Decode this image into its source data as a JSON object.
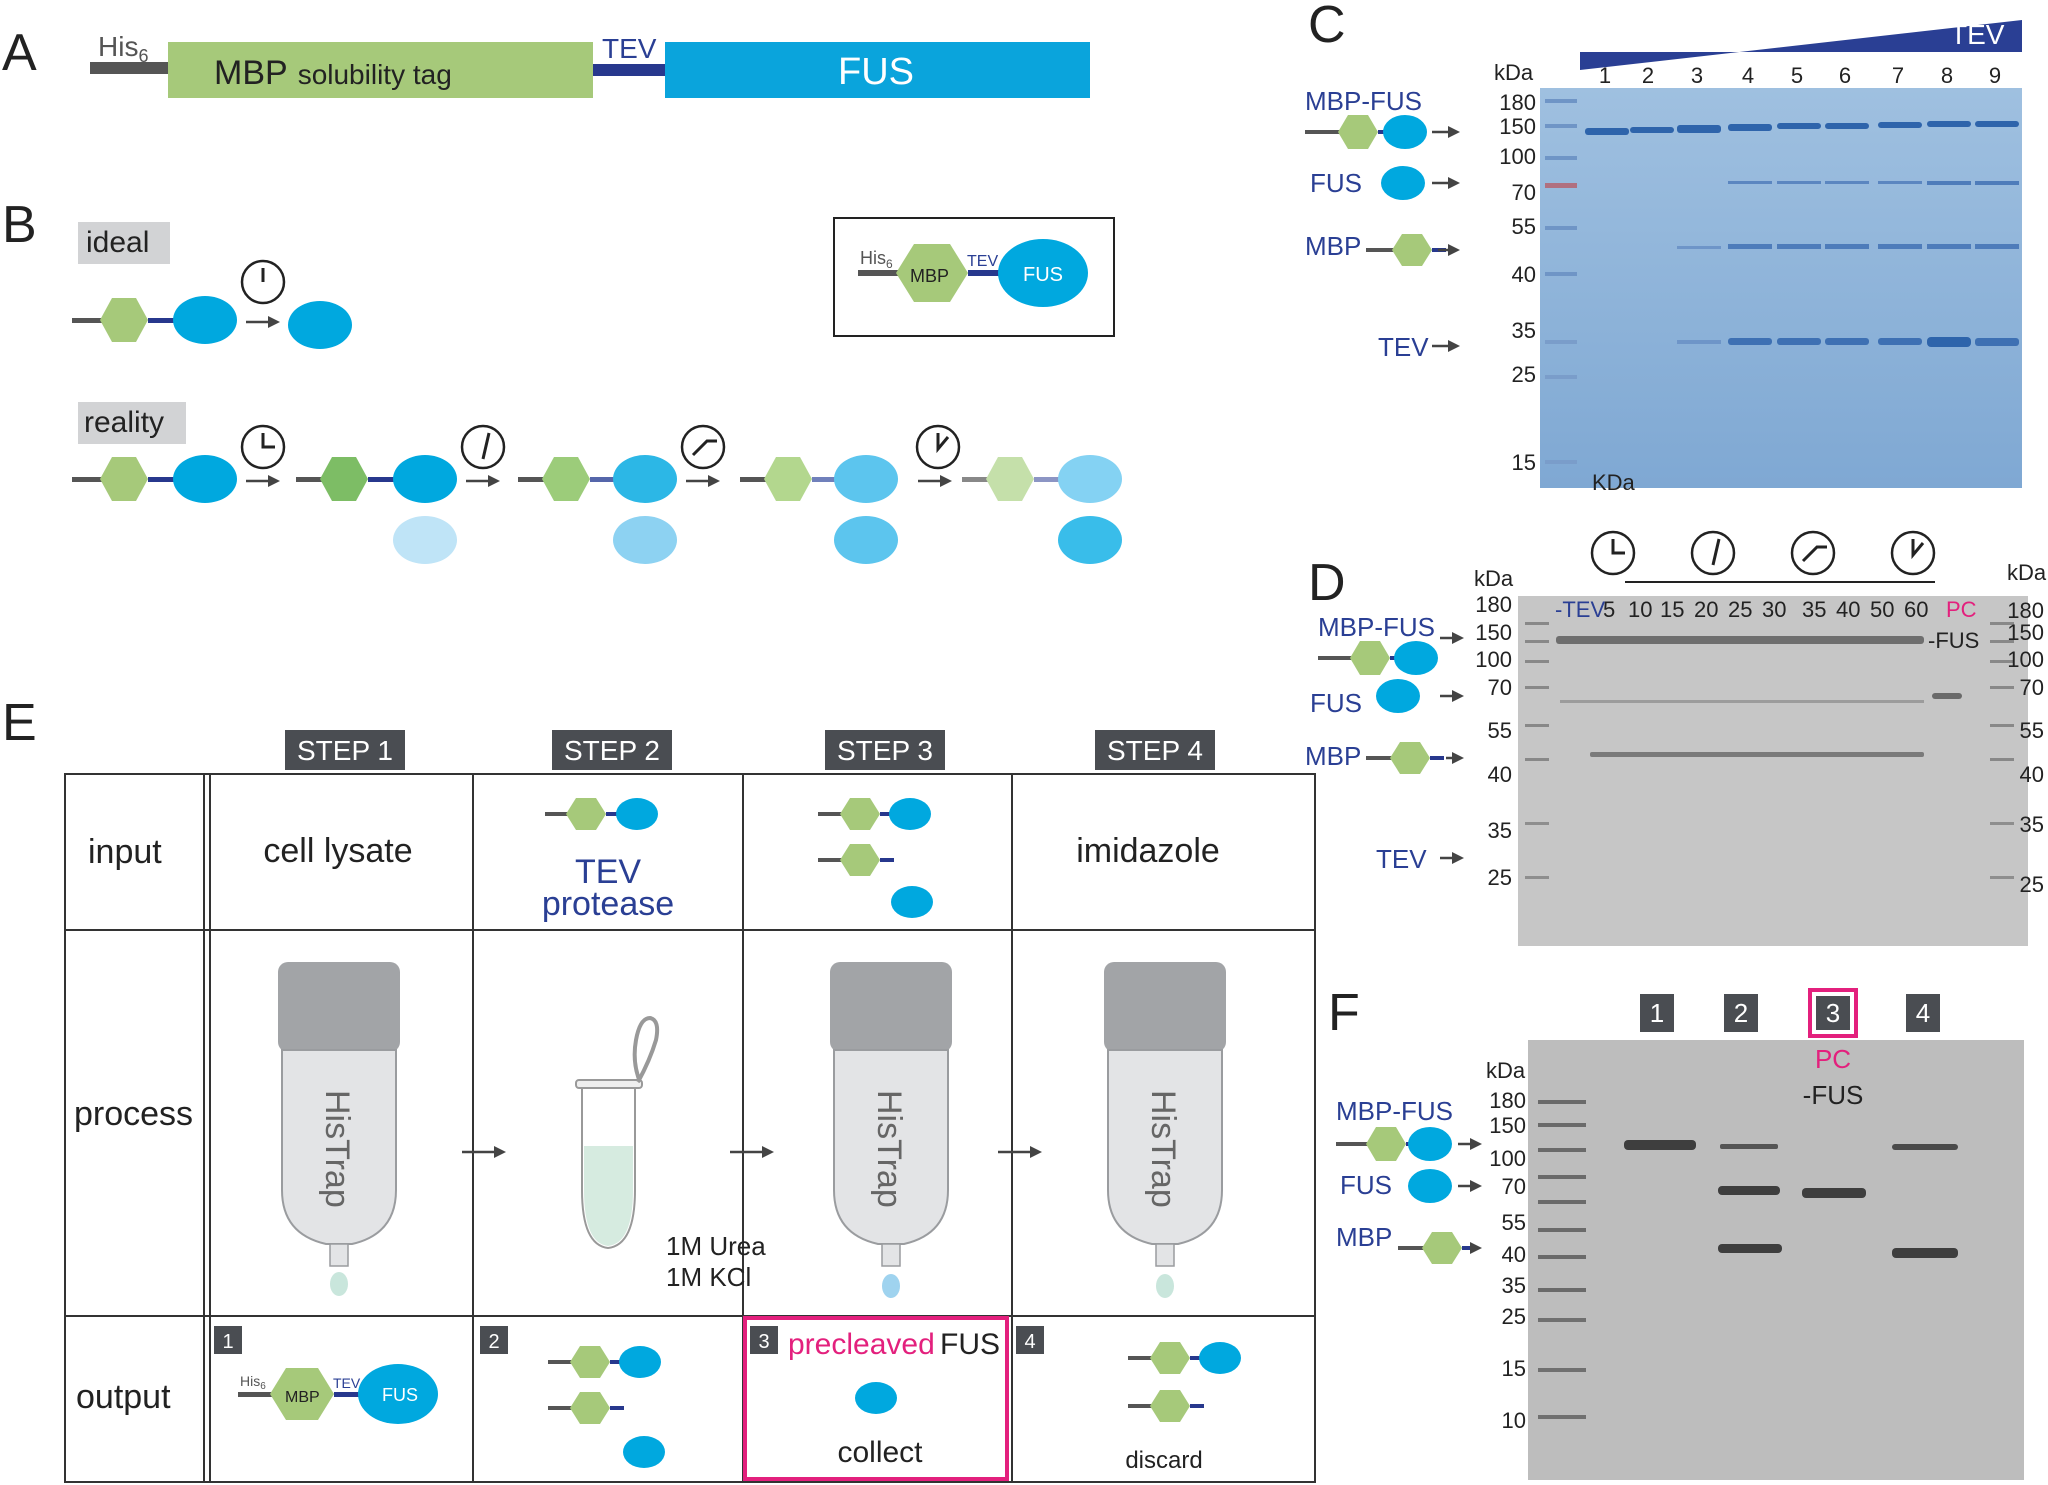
{
  "panel_letters": {
    "a": "A",
    "b": "B",
    "c": "C",
    "d": "D",
    "e": "E",
    "f": "F"
  },
  "colors": {
    "mbp": "#a6c97a",
    "fus": "#00a8df",
    "tev_linker": "#27388d",
    "his": "#555555",
    "label_blue": "#2a3f94",
    "pink": "#e3207d",
    "gel_c": "#8fb3d9",
    "gel_gray": "#c8c8c8",
    "step_bg": "#4a4d52"
  },
  "a": {
    "his": "His",
    "his_sub": "6",
    "mbp": "MBP",
    "mbp_sub": "solubility tag",
    "tev": "TEV",
    "fus": "FUS"
  },
  "b": {
    "ideal": "ideal",
    "reality": "reality",
    "inset_his": "His",
    "inset_sub": "6",
    "inset_mbp": "MBP",
    "inset_tev": "TEV",
    "inset_fus": "FUS"
  },
  "c": {
    "kda": "kDa",
    "kda_bottom": "KDa",
    "tev": "TEV",
    "lanes": [
      "1",
      "2",
      "3",
      "4",
      "5",
      "6",
      "7",
      "8",
      "9"
    ],
    "markers": [
      "180",
      "150",
      "100",
      "70",
      "55",
      "40",
      "35",
      "25",
      "15"
    ],
    "labels": {
      "mbpfus": "MBP-FUS",
      "fus": "FUS",
      "mbp": "MBP",
      "tev": "TEV"
    }
  },
  "d": {
    "kda": "kDa",
    "lanes": [
      "-TEV",
      "5",
      "10",
      "15",
      "20",
      "25",
      "30",
      "35",
      "40",
      "50",
      "60"
    ],
    "pc": "PC",
    "pc_sub": "-FUS",
    "markers_left": [
      "180",
      "150",
      "100",
      "70",
      "55",
      "40",
      "35",
      "25"
    ],
    "markers_right": [
      "180",
      "150",
      "100",
      "70",
      "55",
      "40",
      "35",
      "25"
    ],
    "labels": {
      "mbpfus": "MBP-FUS",
      "fus": "FUS",
      "mbp": "MBP",
      "tev": "TEV"
    }
  },
  "e": {
    "steps": [
      "STEP 1",
      "STEP 2",
      "STEP 3",
      "STEP 4"
    ],
    "rows": {
      "input": "input",
      "process": "process",
      "output": "output"
    },
    "inputs": {
      "s1": "cell lysate",
      "s2a": "TEV",
      "s2b": "protease",
      "s4": "imidazole"
    },
    "column": "HisTrap",
    "tube_note1": "1M Urea",
    "tube_note2": "1M KCl",
    "outputs": {
      "n1": "1",
      "n2": "2",
      "n3": "3",
      "n4": "4",
      "pre": "precleaved",
      "fus": "FUS",
      "collect": "collect",
      "discard": "discard"
    },
    "mini": {
      "his": "His",
      "sub": "6",
      "mbp": "MBP",
      "tev": "TEV",
      "fus": "FUS"
    }
  },
  "f": {
    "kda": "kDa",
    "lanes": [
      "1",
      "2",
      "3",
      "4"
    ],
    "pc": "PC",
    "pc_sub": "-FUS",
    "markers": [
      "180",
      "150",
      "100",
      "70",
      "55",
      "40",
      "35",
      "25",
      "15",
      "10"
    ],
    "labels": {
      "mbpfus": "MBP-FUS",
      "fus": "FUS",
      "mbp": "MBP"
    }
  }
}
